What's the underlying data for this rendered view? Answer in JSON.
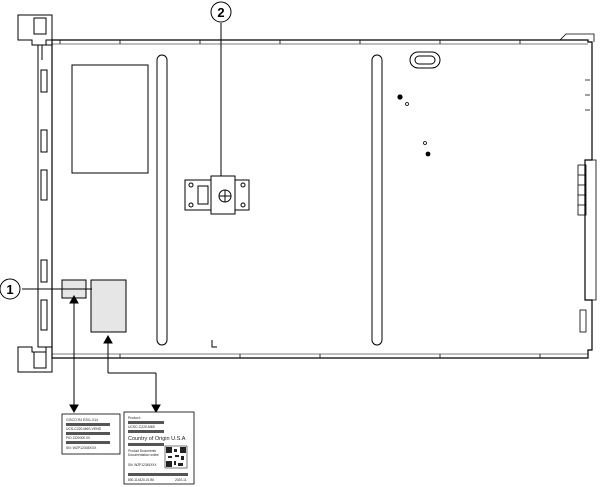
{
  "callouts": [
    {
      "number": "1"
    },
    {
      "number": "2"
    }
  ],
  "label_left": {
    "lines": [
      "CISCO R4 E201-X14",
      "UCS-C220-M6S-VEND",
      "PID ZZ/0000 00",
      "SN: WZP12345XXX"
    ]
  },
  "label_right": {
    "header": "Product:",
    "pid": "UCSC-C220-M6S",
    "country": "Country of Origin U.S.A",
    "sn": "SN: WZP12345XXX",
    "doc_lines": [
      "Product Documents",
      "Documentation online"
    ],
    "footer_left": "800-114420-01 B0",
    "footer_right": "2020-11"
  }
}
